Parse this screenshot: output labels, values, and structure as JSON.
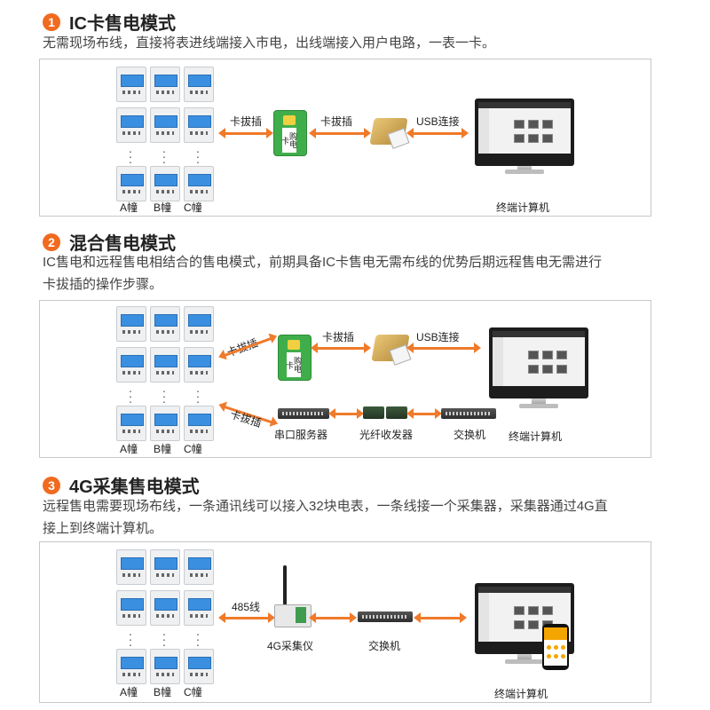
{
  "sections": [
    {
      "num": "1",
      "title": "IC卡售电模式",
      "desc": "无需现场布线，直接将表进线端接入市电，出线端接入用户电路，一表一卡。",
      "labels": {
        "bld_a": "A幢",
        "bld_b": "B幢",
        "bld_c": "C幢",
        "card_insert_1": "卡拔插",
        "card_insert_2": "卡拔插",
        "usb": "USB连接",
        "terminal": "终端计算机",
        "card_text": "购电卡"
      }
    },
    {
      "num": "2",
      "title": "混合售电模式",
      "desc_line1": "IC售电和远程售电相结合的售电模式，前期具备IC卡售电无需布线的优势后期远程售电无需进行",
      "desc_line2": "卡拔插的操作步骤。",
      "labels": {
        "bld_a": "A幢",
        "bld_b": "B幢",
        "bld_c": "C幢",
        "card_insert_1": "卡拔插",
        "card_insert_2": "卡拔插",
        "card_insert_3": "卡拔插",
        "usb": "USB连接",
        "serial_server": "串口服务器",
        "fiber": "光纤收发器",
        "switch": "交换机",
        "terminal": "终端计算机",
        "card_text": "购电卡"
      }
    },
    {
      "num": "3",
      "title": "4G采集售电模式",
      "desc_line1": "远程售电需要现场布线，一条通讯线可以接入32块电表，一条线接一个采集器，采集器通过4G直",
      "desc_line2": "接上到终端计算机。",
      "labels": {
        "bld_a": "A幢",
        "bld_b": "B幢",
        "bld_c": "C幢",
        "line485": "485线",
        "collector": "4G采集仪",
        "switch": "交换机",
        "terminal": "终端计算机"
      }
    }
  ],
  "colors": {
    "accent": "#f06a1f",
    "arrow": "#f07a2a",
    "card": "#3fae4a",
    "screen": "#3a8fe0"
  },
  "icons": [
    "meter-icon",
    "ic-card-icon",
    "card-reader-icon",
    "monitor-icon",
    "switch-icon",
    "serial-server-icon",
    "fiber-transceiver-icon",
    "collector-4g-icon",
    "phone-icon"
  ]
}
